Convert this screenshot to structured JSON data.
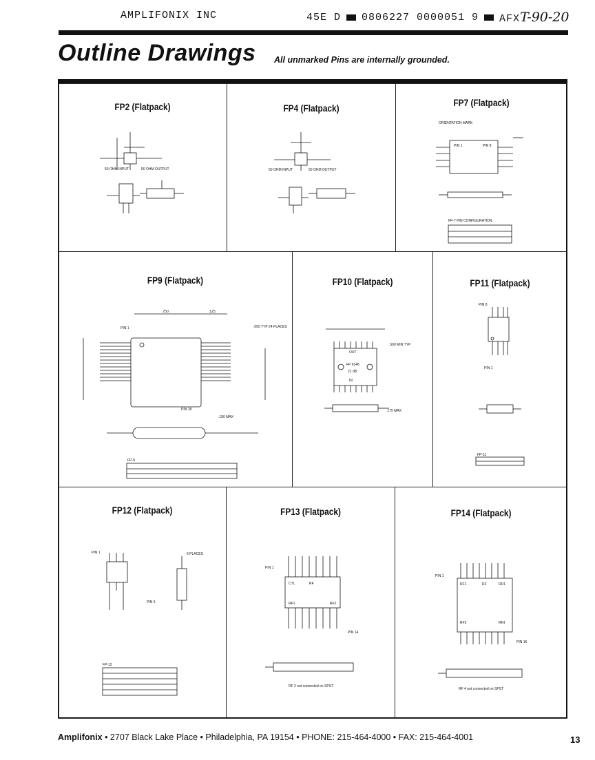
{
  "header": {
    "company": "AMPLIFONIX INC",
    "code_left": "45E D",
    "code_mid": "0806227 0000051 9",
    "code_right": "AFX",
    "handwritten": "T-90-20"
  },
  "title": "Outline Drawings",
  "subtitle": "All unmarked Pins are internally grounded.",
  "cells": {
    "fp2": {
      "title": "FP2 (Flatpack)"
    },
    "fp4": {
      "title": "FP4 (Flatpack)"
    },
    "fp7": {
      "title": "FP7 (Flatpack)"
    },
    "fp9": {
      "title": "FP9 (Flatpack)"
    },
    "fp10": {
      "title": "FP10 (Flatpack)"
    },
    "fp11": {
      "title": "FP11 (Flatpack)"
    },
    "fp12": {
      "title": "FP12 (Flatpack)"
    },
    "fp13": {
      "title": "FP13 (Flatpack)"
    },
    "fp14": {
      "title": "FP14 (Flatpack)"
    }
  },
  "labels": {
    "fp2_in": "50 OHM INPUT",
    "fp2_out": "50 OHM OUTPUT",
    "fp4_in": "50 OHM INPUT",
    "fp4_out": "50 OHM OUTPUT",
    "fp7_orient": "ORIENTATION MARK",
    "fp7_pin1": "PIN 1",
    "fp7_pin8": "PIN 8",
    "fp7_pinconf": "FP-7 PIN CONFIGURATION",
    "fp9_pin1": "PIN 1",
    "fp9_pin18": "PIN 18",
    "fp9_750": ".750",
    "fp9_125": ".125",
    "fp9_050": ".050 TYP 24 PLACES",
    "fp9_150": ".150 MAX",
    "fp9_table": "FP-9",
    "fp10_out": "OUT",
    "fp10_in": "IN",
    "fp10_model": "FP 6146",
    "fp10_db": "21 dB",
    "fp10_500": ".500 MIN TYP",
    "fp10_175": ".175 MAX",
    "fp11_pin8": "PIN 8",
    "fp11_pin1": "PIN 1",
    "fp11_table": "FP-11",
    "fp12_pin1": "PIN 1",
    "fp12_pin6": "PIN 6",
    "fp12_6pl": "6 PLACES",
    "fp12_table": "FP-12",
    "fp13_ctl": "CTL",
    "fp13_rf": "RF",
    "fp13_rf1": "RF1",
    "fp13_rf2": "RF2",
    "fp13_pin1": "PIN 1",
    "fp13_pin14": "PIN 14",
    "fp13_note": "RF 2 not connected on SPST",
    "fp14_rf1": "RF1",
    "fp14_rf": "RF",
    "fp14_rf4": "RF4",
    "fp14_rf2": "RF2",
    "fp14_rf3": "RF3",
    "fp14_pin1": "PIN 1",
    "fp14_pin16": "PIN 16",
    "fp14_note": "RF 4 not connected on SPST"
  },
  "footer": {
    "company": "Amplifonix",
    "address": " • 2707 Black Lake Place • Philadelphia, PA 19154 • PHONE: 215-464-4000 • FAX: 215-464-4001",
    "page": "13"
  }
}
